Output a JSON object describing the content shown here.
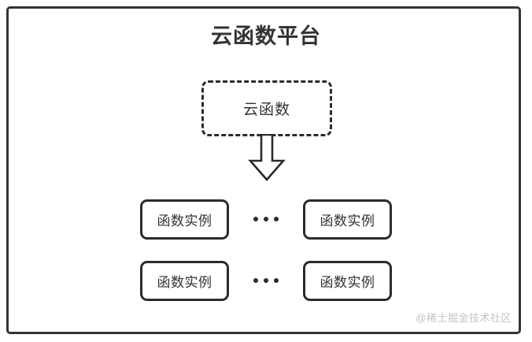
{
  "diagram": {
    "title": "云函数平台",
    "cloud_function": {
      "label": "云函数",
      "border_style": "dashed"
    },
    "arrow": {
      "name": "down-arrow",
      "direction": "down",
      "style": "hollow-block"
    },
    "rows": [
      {
        "left_instance": "函数实例",
        "ellipsis": "...",
        "right_instance": "函数实例"
      },
      {
        "left_instance": "函数实例",
        "ellipsis": "...",
        "right_instance": "函数实例"
      }
    ],
    "watermark": "@稀土掘金技术社区",
    "colors": {
      "stroke": "#2b2b2b",
      "frame_stroke": "#343434",
      "text": "#333333",
      "watermark": "#c3c3c3",
      "background": "#ffffff"
    }
  }
}
